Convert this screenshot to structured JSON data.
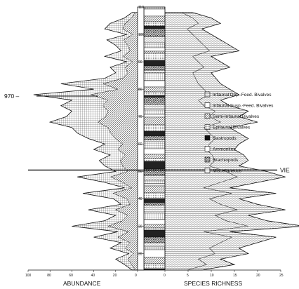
{
  "chart_data": {
    "type": "area",
    "left_panel": {
      "xlabel": "ABUNDANCE",
      "x_ticks": [
        "100",
        "80",
        "60",
        "40",
        "20",
        "0"
      ]
    },
    "right_panel": {
      "xlabel": "SPECIES RICHNESS",
      "x_ticks": [
        "0",
        "5",
        "10",
        "15",
        "20",
        "25"
      ]
    },
    "y_ticks": [
      "110",
      "100",
      "90",
      "80",
      "70",
      "60",
      "50",
      "40",
      "30",
      "20"
    ],
    "ylim": [
      14,
      110
    ],
    "annotations": [
      {
        "label": "970 –",
        "y": 77.5
      },
      {
        "label": "VIE",
        "y": 50.5
      }
    ],
    "legend": [
      {
        "label": "Infaunal Dep.-Feed. Bivalves",
        "pattern": "wavy"
      },
      {
        "label": "Infaunal Susp.-Feed. Bivalves",
        "pattern": "blank"
      },
      {
        "label": "Semi-Infaunal Bivalves",
        "pattern": "diag"
      },
      {
        "label": "Epifaunal Bivalves",
        "pattern": "grid"
      },
      {
        "label": "Gastropods",
        "pattern": "black"
      },
      {
        "label": "Ammonites",
        "pattern": "blank"
      },
      {
        "label": "Brachiopods",
        "pattern": "hatch"
      },
      {
        "label": "Miscellaneous",
        "pattern": "dots"
      }
    ],
    "series": [
      {
        "name": "Abundance",
        "y": [
          14,
          16,
          18,
          20,
          22,
          24,
          26,
          28,
          30,
          32,
          34,
          36,
          38,
          40,
          42,
          44,
          46,
          48,
          50,
          52,
          54,
          56,
          58,
          60,
          62,
          64,
          66,
          68,
          70,
          72,
          74,
          76,
          78,
          80,
          82,
          84,
          86,
          88,
          90,
          92,
          94,
          96,
          98,
          100,
          102,
          104,
          106,
          108
        ],
        "values": [
          5,
          12,
          20,
          8,
          25,
          15,
          40,
          18,
          60,
          30,
          20,
          45,
          15,
          22,
          50,
          12,
          30,
          55,
          20,
          30,
          35,
          25,
          40,
          30,
          45,
          55,
          60,
          80,
          65,
          60,
          70,
          60,
          95,
          40,
          70,
          30,
          20,
          25,
          10,
          30,
          15,
          20,
          28,
          10,
          30,
          25,
          12,
          5
        ]
      },
      {
        "name": "Species richness",
        "y": [
          14,
          16,
          18,
          20,
          22,
          24,
          26,
          28,
          30,
          32,
          34,
          36,
          38,
          40,
          42,
          44,
          46,
          48,
          50,
          52,
          54,
          56,
          58,
          60,
          62,
          64,
          66,
          68,
          70,
          72,
          74,
          76,
          78,
          80,
          82,
          84,
          86,
          88,
          90,
          92,
          94,
          96,
          98,
          100,
          102,
          104,
          106,
          108
        ],
        "values": [
          8,
          15,
          12,
          18,
          16,
          20,
          24,
          14,
          30,
          22,
          18,
          26,
          20,
          16,
          24,
          14,
          20,
          26,
          22,
          16,
          18,
          17,
          15,
          16,
          18,
          16,
          14,
          20,
          16,
          18,
          14,
          12,
          16,
          14,
          12,
          11,
          10,
          14,
          12,
          10,
          16,
          14,
          12,
          10,
          8,
          12,
          10,
          6
        ]
      }
    ]
  }
}
